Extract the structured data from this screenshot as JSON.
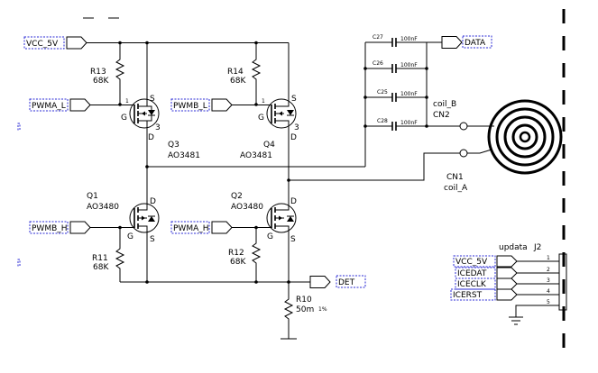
{
  "nets": {
    "vcc": "VCC_5V",
    "data": "DATA",
    "det": "DET",
    "pwma": "PWMA_L",
    "pwmb": "PWMB_L",
    "pwmb_h": "PWMB_H",
    "pwma_h": "PWMA_H"
  },
  "resistors": {
    "r13": {
      "ref": "R13",
      "value": "68K"
    },
    "r14": {
      "ref": "R14",
      "value": "68K"
    },
    "r11": {
      "ref": "R11",
      "value": "68K"
    },
    "r12": {
      "ref": "R12",
      "value": "68K"
    },
    "r10": {
      "ref": "R10",
      "value": "50m",
      "tol": "1%"
    }
  },
  "mosfets": {
    "q3": {
      "ref": "Q3",
      "part": "AO3481"
    },
    "q4": {
      "ref": "Q4",
      "part": "AO3481"
    },
    "q1": {
      "ref": "Q1",
      "part": "AO3480"
    },
    "q2": {
      "ref": "Q2",
      "part": "AO3480"
    }
  },
  "pins": {
    "g": "G",
    "s": "S",
    "d": "D",
    "p1": "1",
    "p3": "3"
  },
  "capacitors": [
    {
      "ref": "C27",
      "value": "100nF"
    },
    {
      "ref": "C26",
      "value": "100nF"
    },
    {
      "ref": "C25",
      "value": "100nF"
    },
    {
      "ref": "C28",
      "value": "100nF"
    }
  ],
  "coil": {
    "b_label": "coil_B",
    "b_conn": "CN2",
    "a_conn": "CN1",
    "a_label": "coil_A"
  },
  "header": {
    "title": "updata",
    "ref": "J2",
    "pins": [
      {
        "num": "1",
        "net": "VCC_5V"
      },
      {
        "num": "2",
        "net": "ICEDAT"
      },
      {
        "num": "3",
        "net": "ICECLK"
      },
      {
        "num": "4",
        "net": "ICERST"
      },
      {
        "num": "5",
        "net": ""
      }
    ]
  }
}
